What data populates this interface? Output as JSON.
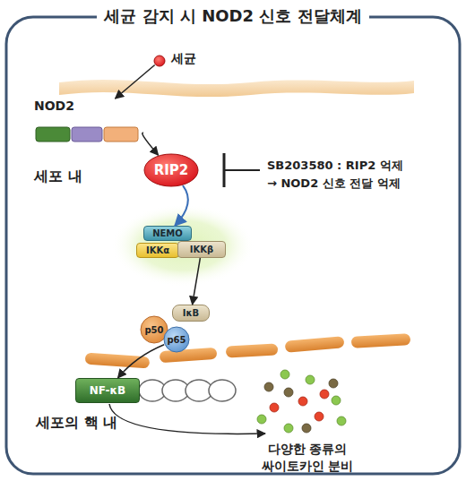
{
  "diagram": {
    "title": "세균 감지 시 NOD2 신호 전달체계",
    "nodes": [
      {
        "text": [
          "세균"
        ]
      },
      {
        "text": [
          "NOD2"
        ]
      },
      {
        "text": [
          "RIP2"
        ]
      },
      {
        "text": [
          "NEMO"
        ]
      },
      {
        "text": [
          "IKKα"
        ]
      },
      {
        "text": [
          "IKKβ"
        ]
      },
      {
        "text": [
          "IκB"
        ]
      },
      {
        "text": [
          "p50"
        ]
      },
      {
        "text": [
          "p65"
        ]
      },
      {
        "text": [
          "NF-κB"
        ]
      }
    ],
    "edges": [
      {
        "from": 0,
        "to": 1,
        "arrow": "to"
      },
      {
        "from": 1,
        "to": 2,
        "arrow": "to"
      },
      {
        "from": 2,
        "to": 3,
        "arrow": "to"
      },
      {
        "from": 5,
        "to": 6,
        "arrow": "to"
      },
      {
        "from": 8,
        "to": 9,
        "arrow": "to"
      }
    ],
    "labels": [
      "세포 내",
      "SB203580 : RIP2 억제",
      "→ NOD2 신호 전달 억제",
      "세포의 핵 내",
      "다양한 종류의",
      "싸이토카인 분비"
    ]
  }
}
